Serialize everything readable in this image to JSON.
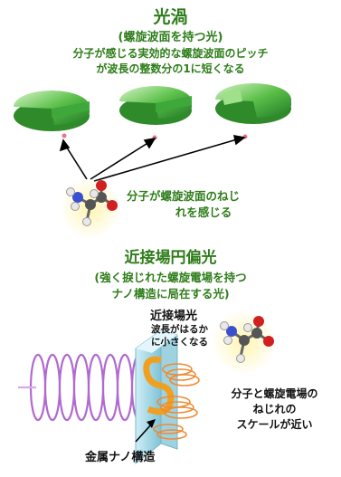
{
  "section1": {
    "title": "光渦",
    "subtitle": "(螺旋波面を持つ光)",
    "desc_line1": "分子が感じる実効的な螺旋波面のピッチ",
    "desc_line2": "が波長の整数分の1に短くなる"
  },
  "molecule_caption": {
    "line1": "分子が螺旋波面のねじ",
    "line2": "れを感じる"
  },
  "section2": {
    "title": "近接場円偏光",
    "subtitle_line1": "(強く捩じれた螺旋電場を持つ",
    "subtitle_line2": "ナノ構造に局在する光)"
  },
  "nearfield": {
    "label": "近接場光",
    "note_line1": "波長がはるか",
    "note_line2": "に小さくなる"
  },
  "scale_caption": {
    "line1": "分子と螺旋電場の",
    "line2": "ねじれの",
    "line3": "スケールが近い"
  },
  "metal_label": "金属ナノ構造",
  "colors": {
    "heading_green": "#2e7d1a",
    "helix_purple": "#b06ad0",
    "helix_orange": "#f08a30",
    "plate_blue": "#a8d8e6"
  }
}
